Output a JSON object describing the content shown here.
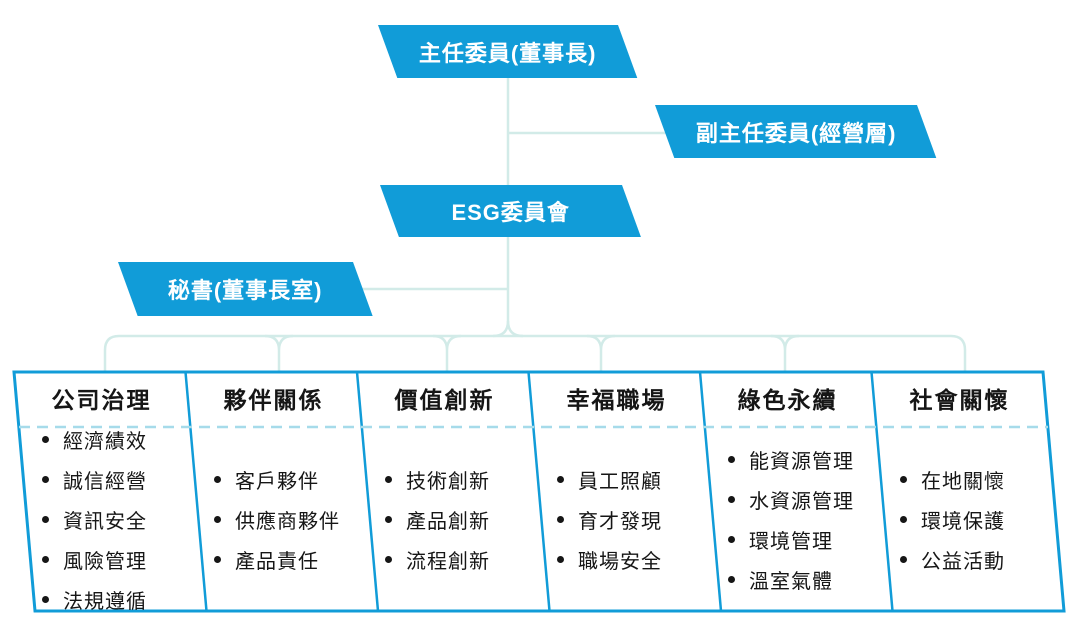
{
  "diagram": {
    "nodes": {
      "chairman": "主任委員(董事長)",
      "vice_chairman": "副主任委員(經營層)",
      "committee": "ESG委員會",
      "secretary": "秘書(董事長室)"
    },
    "columns": [
      {
        "title": "公司治理",
        "items": [
          "經濟績效",
          "誠信經營",
          "資訊安全",
          "風險管理",
          "法規遵循"
        ]
      },
      {
        "title": "夥伴關係",
        "items": [
          "客戶夥伴",
          "供應商夥伴",
          "產品責任"
        ]
      },
      {
        "title": "價值創新",
        "items": [
          "技術創新",
          "產品創新",
          "流程創新"
        ]
      },
      {
        "title": "幸福職場",
        "items": [
          "員工照顧",
          "育才發現",
          "職場安全"
        ]
      },
      {
        "title": "綠色永續",
        "items": [
          "能資源管理",
          "水資源管理",
          "環境管理",
          "溫室氣體"
        ]
      },
      {
        "title": "社會關懷",
        "items": [
          "在地關懷",
          "環境保護",
          "公益活動"
        ]
      }
    ],
    "colors": {
      "blue": "#119CD8",
      "connector": "#D2EBE8",
      "dashed": "#A6DBEA",
      "ink": "#161616",
      "white": "#FFFFFF"
    }
  }
}
